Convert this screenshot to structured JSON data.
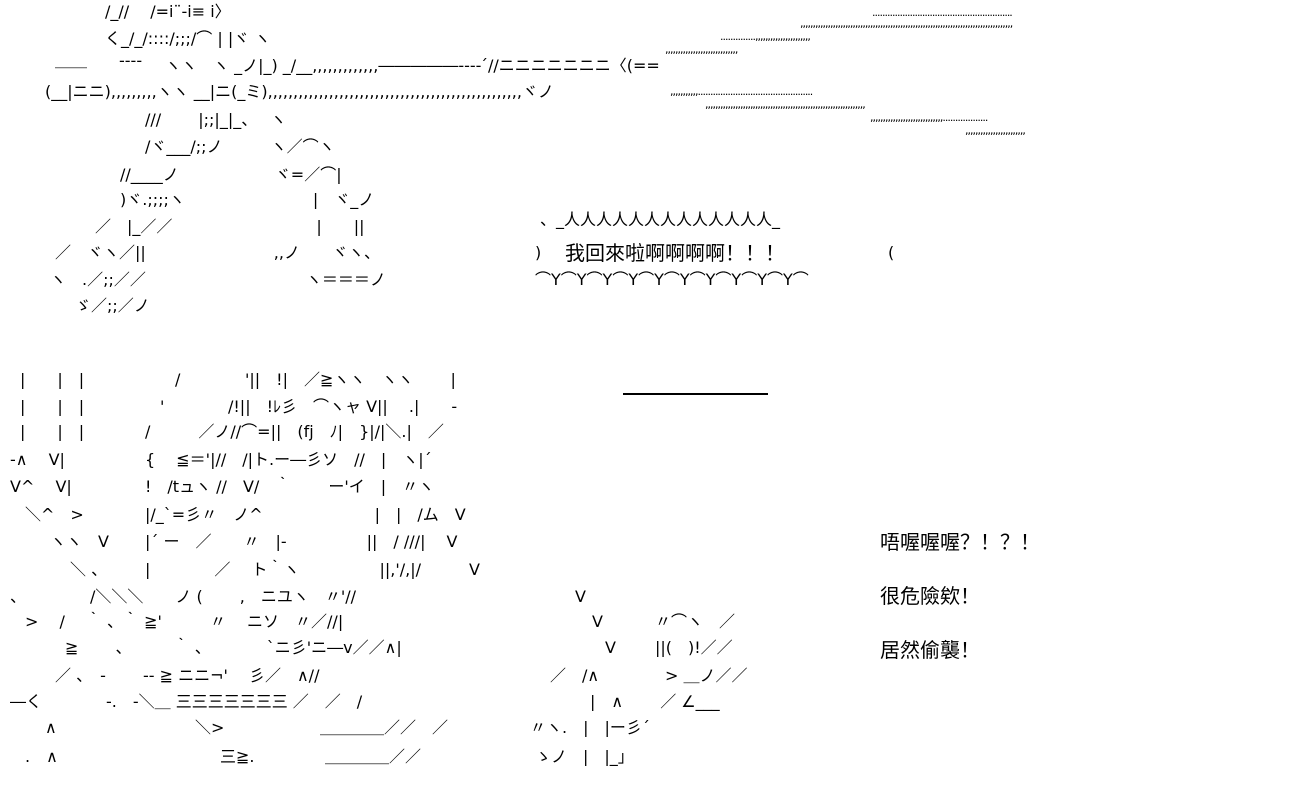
{
  "art": {
    "top": [
      "/_//　 /=i¨-i≡ i〉",
      "く_/_/::::/;;;/⌒ | |ヾ ヽ",
      "ヽヽ　ヽ _ノ|_) _/__,,,,,,,,,,,,,―――――‐‐‐‐",
      "´//ニニニニニニニ〈(==",
      "＿＿　　----",
      "(__|ニニ),,,,,,,,,ヽヽ __|ニ(_ミ),,,,,,,,,,,,,,,,,,,,,,,,,,,,,,,,,,,,,,,,,,,,,,,,,,ヾノ",
      "///　　 |;;|_|_、　 ヽ",
      "/ヾ___/;;ノ　　　ヽ／⌒ヽ",
      "//____ノ　　　　　　ヾ=／⌒|",
      ")ヾ.;;;;ヽ　　　　　　　　|　ヾ_ノ",
      "／　|_／／　　　　　　　　　|　　||",
      "／　ヾヽ／||　　　　　　　　,,ノ　　ヾヽ、",
      "ヽ　.／;;／／　　　　　　　　　　ヽ＝＝＝ノ",
      "ゞ／;;／ノ"
    ],
    "streaks": [
      "........................................................",
      ",,,,,,,,,,,,,,,,,,,,,,,,,,,,,,,,,,,,,,,,,,,,,,,,,,,,,,,,,,,,,,,,,,,,,,,,,,,,,,,,,,,,,",
      "..............,,,,,,,,,,,,,,,,,,,,,,",
      ",,,,,,,,,,,,,,,,,,,,,,,,,,,,,",
      ",,,,,,,,,,,..............................................",
      ",,,,,,,,,,,,,,,,,,,,,,,,,,,,,,,,,,,,,,,,,,,,,,,,,,,,,,,,,,,,,,,,",
      ",,,,,,,,,,,,,,,,,,,,,,,,,,,,,..................",
      ",,,,,,,,,,,,,,,,,,,,,,,,"
    ],
    "bubble": [
      "、_人人人人人人人人人人人人人_",
      ")　",
      "　　　(",
      "⌒Y⌒Y⌒Y⌒Y⌒Y⌒Y⌒Y⌒Y⌒Y⌒Y⌒"
    ],
    "bottom": [
      "|　　|　|",
      "/",
      "'||　!|　／≧ヽヽ　ヽヽ　　 |",
      "|　　|　|",
      "'",
      "/!||　!ﾚ彡　⌒ヽャ V||　 .|　　-",
      "|　　|　|",
      "/　　　／ノ//⌒=||　(fj　ﾉ|　}|/|＼.|　／",
      "-∧　 V|",
      "{　 ≦＝'|//　/|ト.ー―彡ソ　//　|　ヽ|´",
      "V^　 V|",
      "!　/tュヽ //　V/　｀　　 ー'イ　|　〃ヽ",
      "＼^　>",
      "|/_`=彡〃　ノ^　　　　　　　|　|　/ム　V",
      "ヽヽ　V",
      "|´ ー　／　　〃　|-　　　　　||　/ ///|　 V",
      "＼ 、",
      "|　　　　／　 ト｀ヽ　　　　　||,'/,|/　　　V",
      "、",
      "/＼＼＼　　ノ (　　 ,　ニユヽ　〃'//",
      "V",
      ">　 /　 ｀ 、｀ ≧'　　　〃　 ニソ　〃／//|",
      "V",
      "〃⌒ヽ　／",
      "≧　　 、 　　 ｀ 、　　　　`ニ彡'ニ―v／／∧|",
      "V",
      "||(　)!／／",
      "／ 、　- 　　-- ≧ ニニ¬'　 彡／　∧//",
      "／　/∧",
      "> ＿ノ／／",
      "―く　　　　-.　-＼＿ 三三三三三三三 ／　／　/",
      "|　∧　　 ／ ∠___",
      "∧",
      "＼>",
      "＿＿＿＿／／　／",
      "〃ヽ.　|　|ー彡´",
      ".　∧",
      "三≧.",
      "＿＿＿＿／／",
      "ゝノ　|　|_」"
    ]
  },
  "dialogue": {
    "shout": "我回來啦啊啊啊啊！！！",
    "lines": [
      "唔喔喔喔？！？！",
      "很危險欸！",
      "居然偷襲！"
    ]
  }
}
